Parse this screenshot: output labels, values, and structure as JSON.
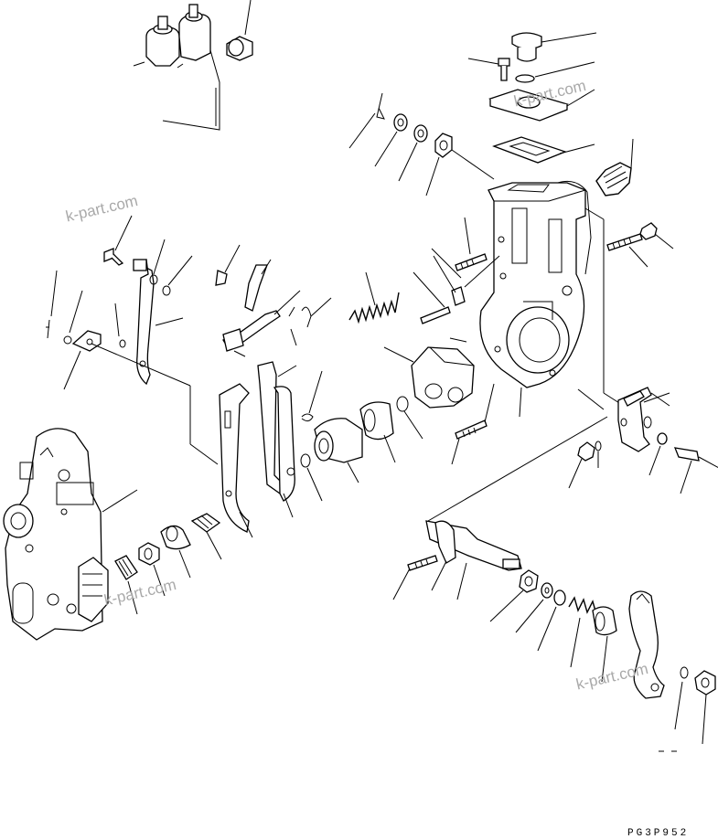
{
  "watermarks": [
    "k-part.com",
    "k-part.com",
    "k-part.com",
    "k-part.com"
  ],
  "drawing_code": "PG3P952"
}
